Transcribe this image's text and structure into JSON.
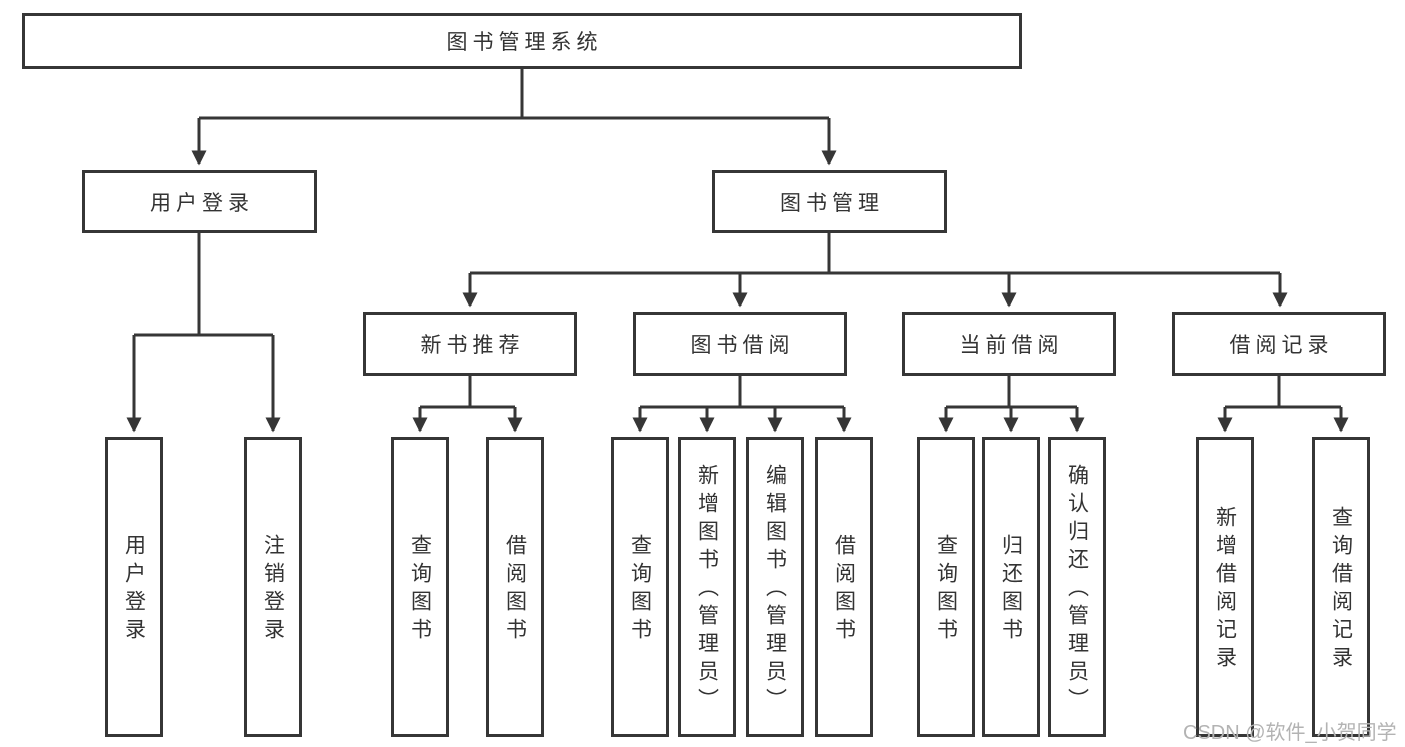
{
  "diagram": {
    "root": {
      "label": "图书管理系统"
    },
    "level2": {
      "user_login": {
        "label": "用户登录"
      },
      "book_manage": {
        "label": "图书管理"
      }
    },
    "level3": {
      "new_books": {
        "label": "新书推荐"
      },
      "book_borrow": {
        "label": "图书借阅"
      },
      "current_borrow": {
        "label": "当前借阅"
      },
      "borrow_records": {
        "label": "借阅记录"
      }
    },
    "leaves": {
      "user_login": [
        "用户登录",
        "注销登录"
      ],
      "new_books": [
        "查询图书",
        "借阅图书"
      ],
      "book_borrow": [
        "查询图书",
        "新增图书（管理员）",
        "编辑图书（管理员）",
        "借阅图书"
      ],
      "current_borrow": [
        "查询图书",
        "归还图书",
        "确认归还（管理员）"
      ],
      "borrow_records": [
        "新增借阅记录",
        "查询借阅记录"
      ]
    }
  },
  "watermark": {
    "text": "CSDN @软件_小贺同学"
  },
  "colors": {
    "line": "#363636",
    "text": "#333333",
    "watermark_text": "#b3b3b3",
    "background": "#ffffff"
  }
}
